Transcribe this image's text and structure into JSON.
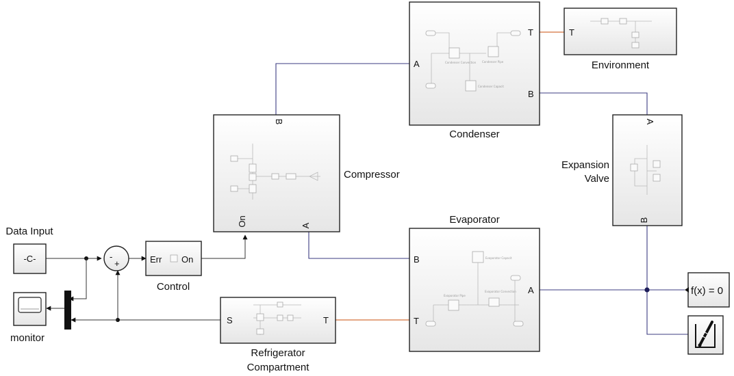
{
  "blocks": {
    "condenser": {
      "label": "Condenser",
      "ports": {
        "a": "A",
        "b": "B",
        "t": "T"
      },
      "internal": {
        "convection": "Condenser Convection",
        "pipe": "Condenser Pipe",
        "capacity": "Condenser Capacit"
      }
    },
    "environment": {
      "label": "Environment",
      "ports": {
        "t": "T"
      }
    },
    "compressor": {
      "label": "Compressor",
      "ports": {
        "b": "B",
        "on": "On",
        "a": "A"
      }
    },
    "expansion_valve": {
      "label_line1": "Expansion",
      "label_line2": "Valve",
      "ports": {
        "a": "A",
        "b": "B"
      }
    },
    "evaporator": {
      "label": "Evaporator",
      "ports": {
        "b": "B",
        "a": "A",
        "t": "T"
      },
      "internal": {
        "capacity": "Evaporator Capacit",
        "pipe": "Evaporator Pipe",
        "convection": "Evaporator Convection"
      }
    },
    "data_input": {
      "label": "Data Input",
      "value": "-C-"
    },
    "sum": {
      "sign_minus": "-",
      "sign_plus": "+"
    },
    "control": {
      "label": "Control",
      "ports": {
        "err": "Err",
        "on": "On"
      }
    },
    "monitor": {
      "label": "monitor"
    },
    "fridge": {
      "label_line1": "Refrigerator",
      "label_line2": "Compartment",
      "ports": {
        "s": "S",
        "t": "T"
      }
    },
    "solver": {
      "label": "f(x) = 0"
    },
    "fluid_props": {
      "icon": "fluid-properties-icon"
    }
  },
  "colors": {
    "physical_line": "#3b3b82",
    "thermal_line": "#d4713a",
    "signal_line": "#333333"
  }
}
